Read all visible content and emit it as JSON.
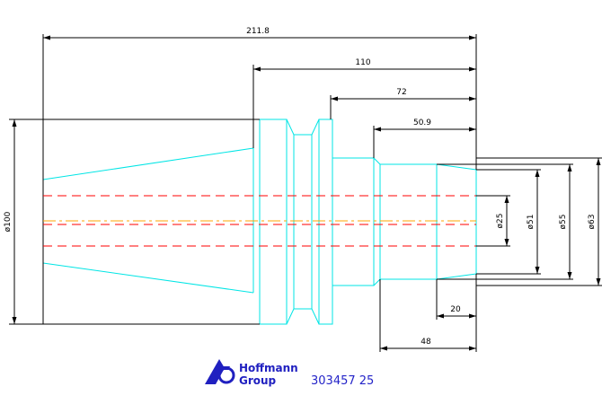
{
  "dimensions": {
    "overall_length": "211.8",
    "flange_to_end": "110",
    "collar_to_end": "72",
    "shank_to_end": "50.9",
    "bore_depth_1": "48",
    "bore_depth_2": "20",
    "dia_left": "ø100",
    "dia_25": "ø25",
    "dia_51": "ø51",
    "dia_55": "ø55",
    "dia_63": "ø63"
  },
  "logo": {
    "line1": "Hoffmann",
    "line2": "Group"
  },
  "part_number": "303457 25",
  "colors": {
    "outline": "#00e5e5",
    "hidden": "#ff0000",
    "centerline": "#ffa500",
    "dimension": "#000000",
    "logo": "#2020c0"
  }
}
